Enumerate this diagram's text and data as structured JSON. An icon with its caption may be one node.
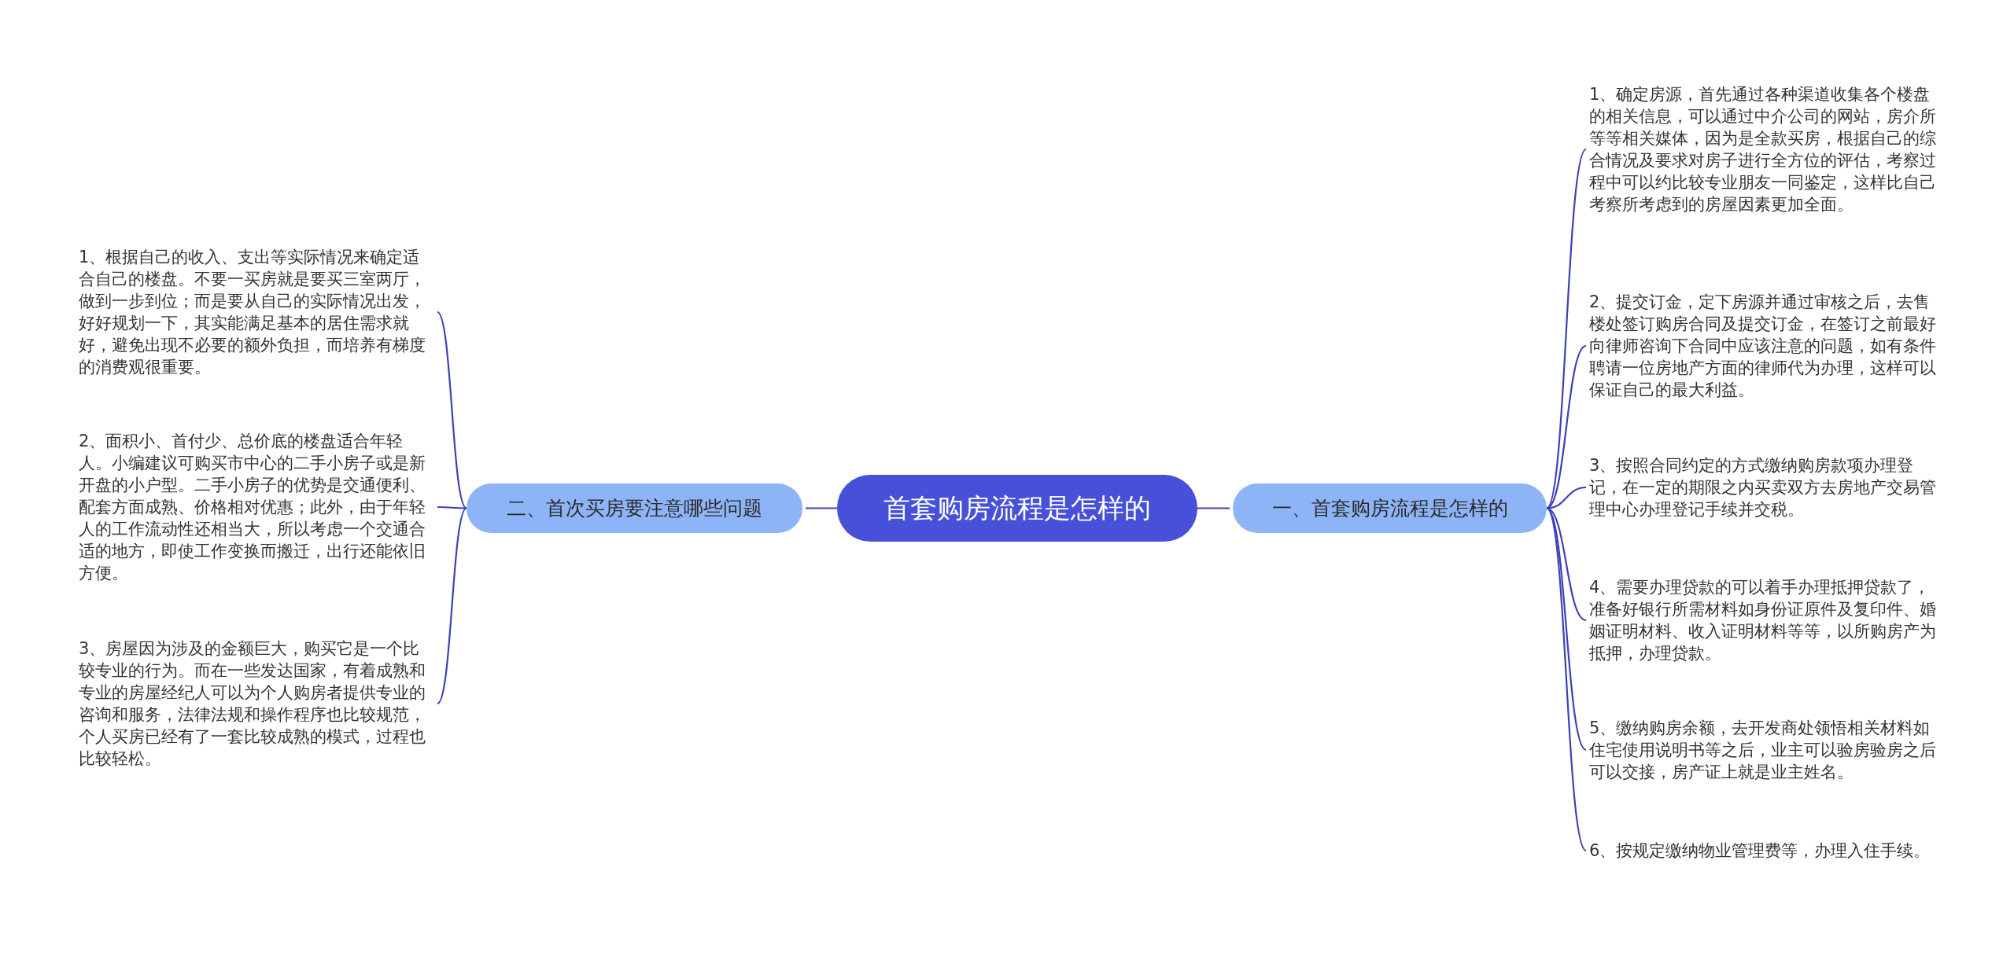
{
  "diagram": {
    "nodes": [
      {
        "text": [
          "首套购房流程是怎样的"
        ]
      },
      {
        "text": [
          "一、首套购房流程是怎样的"
        ]
      },
      {
        "text": [
          "1、确定房源，首先通过各种渠道收集各个楼盘的相关信息，可以通过中介公司的网站，房介所等等相关媒体，因为是全款买房，根据自己的综合情况及要求对房子进行全方位的评估，考察过程中可以约比较专业朋友一同鉴定，这样比自己考察所考虑到的房屋因素更加全面。"
        ]
      },
      {
        "text": [
          "2、提交订金，定下房源并通过审核之后，去售楼处签订购房合同及提交订金，在签订之前最好向律师咨询下合同中应该注意的问题，如有条件聘请一位房地产方面的律师代为办理，这样可以保证自己的最大利益。"
        ]
      },
      {
        "text": [
          "3、按照合同约定的方式缴纳购房款项办理登记，在一定的期限之内买卖双方去房地产交易管理中心办理登记手续并交税。"
        ]
      },
      {
        "text": [
          "4、需要办理贷款的可以着手办理抵押贷款了，准备好银行所需材料如身份证原件及复印件、婚姻证明材料、收入证明材料等等，以所购房产为抵押，办理贷款。"
        ]
      },
      {
        "text": [
          "5、缴纳购房余额，去开发商处领悟相关材料如住宅使用说明书等之后，业主可以验房验房之后可以交接，房产证上就是业主姓名。"
        ]
      },
      {
        "text": [
          "6、按规定缴纳物业管理费等，办理入住手续。"
        ]
      },
      {
        "text": [
          "二、首次买房要注意哪些问题"
        ]
      },
      {
        "text": [
          "1、根据自己的收入、支出等实际情况来确定适合自己的楼盘。不要一买房就是要买三室两厅，做到一步到位；而是要从自己的实际情况出发，好好规划一下，其实能满足基本的居住需求就好，避免出现不必要的额外负担，而培养有梯度的消费观很重要。"
        ]
      },
      {
        "text": [
          "2、面积小、首付少、总价底的楼盘适合年轻人。小编建议可购买市中心的二手小房子或是新开盘的小户型。二手小房子的优势是交通便利、配套方面成熟、价格相对优惠；此外，由于年轻人的工作流动性还相当大，所以考虑一个交通合适的地方，即使工作变换而搬迁，出行还能依旧方便。"
        ]
      },
      {
        "text": [
          "3、房屋因为涉及的金额巨大，购买它是一个比较专业的行为。而在一些发达国家，有着成熟和专业的房屋经纪人可以为个人购房者提供专业的咨询和服务，法律法规和操作程序也比较规范，个人买房已经有了一套比较成熟的模式，过程也比较轻松。"
        ]
      }
    ],
    "edges": [
      {
        "from": 0,
        "to": 1,
        "arrow": "none"
      },
      {
        "from": 1,
        "to": 2,
        "arrow": "none"
      },
      {
        "from": 1,
        "to": 3,
        "arrow": "none"
      },
      {
        "from": 1,
        "to": 4,
        "arrow": "none"
      },
      {
        "from": 1,
        "to": 5,
        "arrow": "none"
      },
      {
        "from": 1,
        "to": 6,
        "arrow": "none"
      },
      {
        "from": 1,
        "to": 7,
        "arrow": "none"
      },
      {
        "from": 0,
        "to": 8,
        "arrow": "none"
      },
      {
        "from": 8,
        "to": 9,
        "arrow": "none"
      },
      {
        "from": 8,
        "to": 10,
        "arrow": "none"
      },
      {
        "from": 8,
        "to": 11,
        "arrow": "none"
      }
    ]
  }
}
